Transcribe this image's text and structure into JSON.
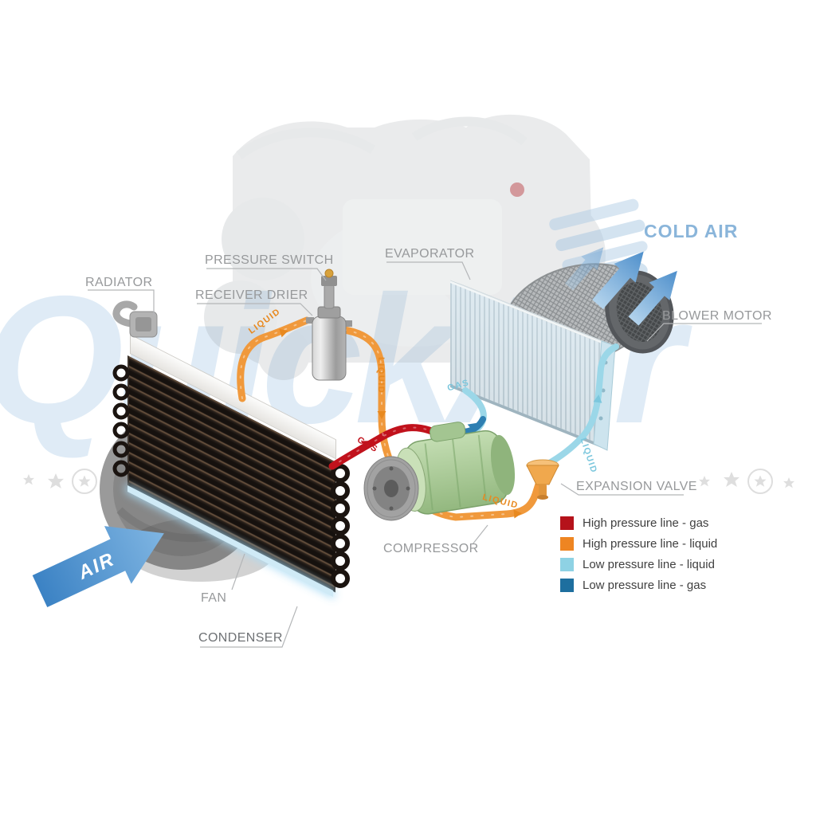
{
  "watermark": {
    "text": "QuickAir",
    "color": "#aecde8"
  },
  "component_labels": {
    "radiator": "RADIATOR",
    "pressure_switch": "PRESSURE SWITCH",
    "receiver_drier": "RECEIVER DRIER",
    "evaporator": "EVAPORATOR",
    "cold_air": "COLD AIR",
    "blower_motor": "BLOWER MOTOR",
    "expansion_valve": "EXPANSION VALVE",
    "compressor": "COMPRESSOR",
    "fan": "FAN",
    "condenser": "CONDENSER",
    "air": "AIR"
  },
  "pipe_labels": {
    "liquid_condenser_to_drier": "LIQUID",
    "liquid_drier_down": "LIQUID",
    "gas_evaporator_out": "GAS",
    "gas_compressor_out": "GAS",
    "liquid_to_expansion_valve": "LIQUID",
    "liquid_expansion_to_evaporator": "LIQUID"
  },
  "legend": {
    "items": [
      {
        "label": "High pressure line - gas",
        "color": "#b5121b"
      },
      {
        "label": "High pressure line - liquid",
        "color": "#ee8522"
      },
      {
        "label": "Low pressure line - liquid",
        "color": "#8ed2e4"
      },
      {
        "label": "Low pressure line -  gas",
        "color": "#1e6f9f"
      }
    ]
  },
  "colors": {
    "high_pressure_gas": "#c1121c",
    "high_pressure_liquid": "#f0993c",
    "low_pressure_liquid": "#9bd7e8",
    "low_pressure_gas": "#2e7fb2",
    "label_gray": "#97999b",
    "cold_air_blue": "#8ab5da",
    "air_arrow_blue": "#3b82c4"
  }
}
